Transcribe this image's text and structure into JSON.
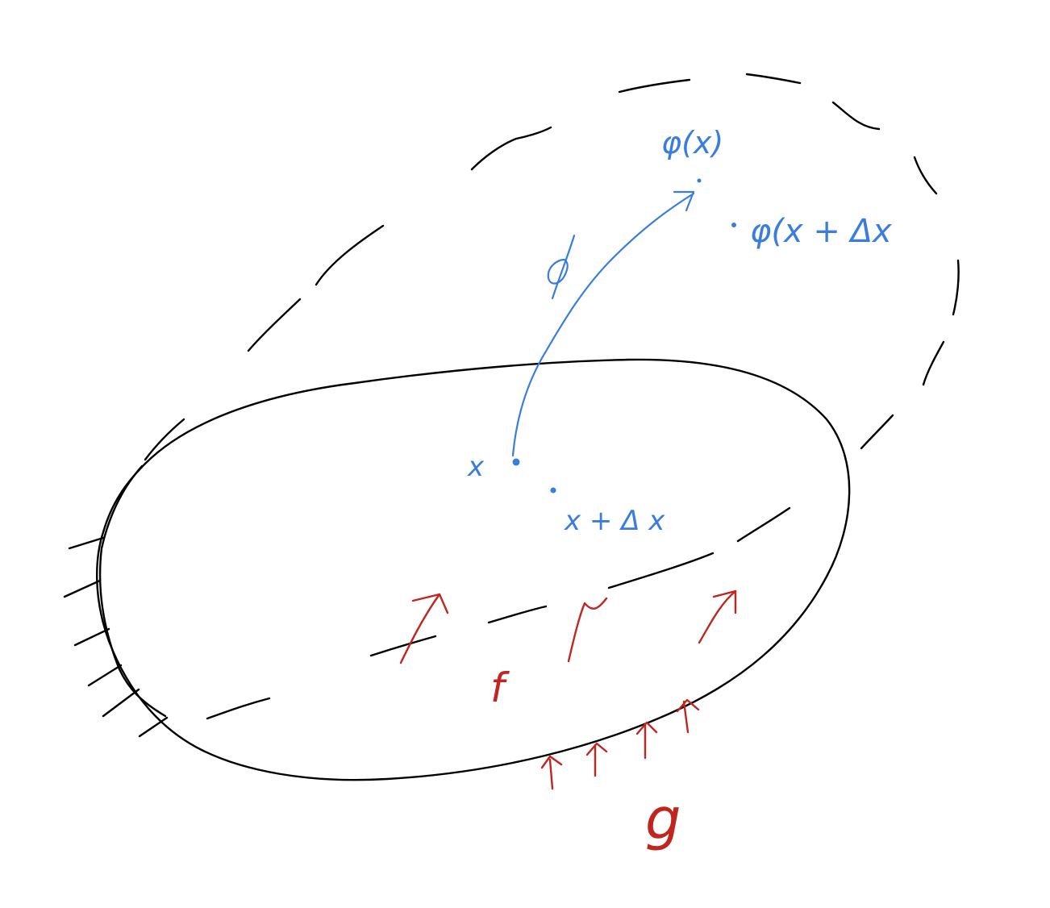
{
  "colors": {
    "body_outline": "#000000",
    "mapping": "#3b7ddd",
    "loads": "#c0261f",
    "background": "#ffffff"
  },
  "labels": {
    "point_x": "x",
    "point_x_dx": "x + Δ x",
    "map_symbol": "φ",
    "image_x": "φ(x)",
    "image_x_dx": "φ(x + Δx",
    "body_force": "f",
    "traction": "g"
  }
}
